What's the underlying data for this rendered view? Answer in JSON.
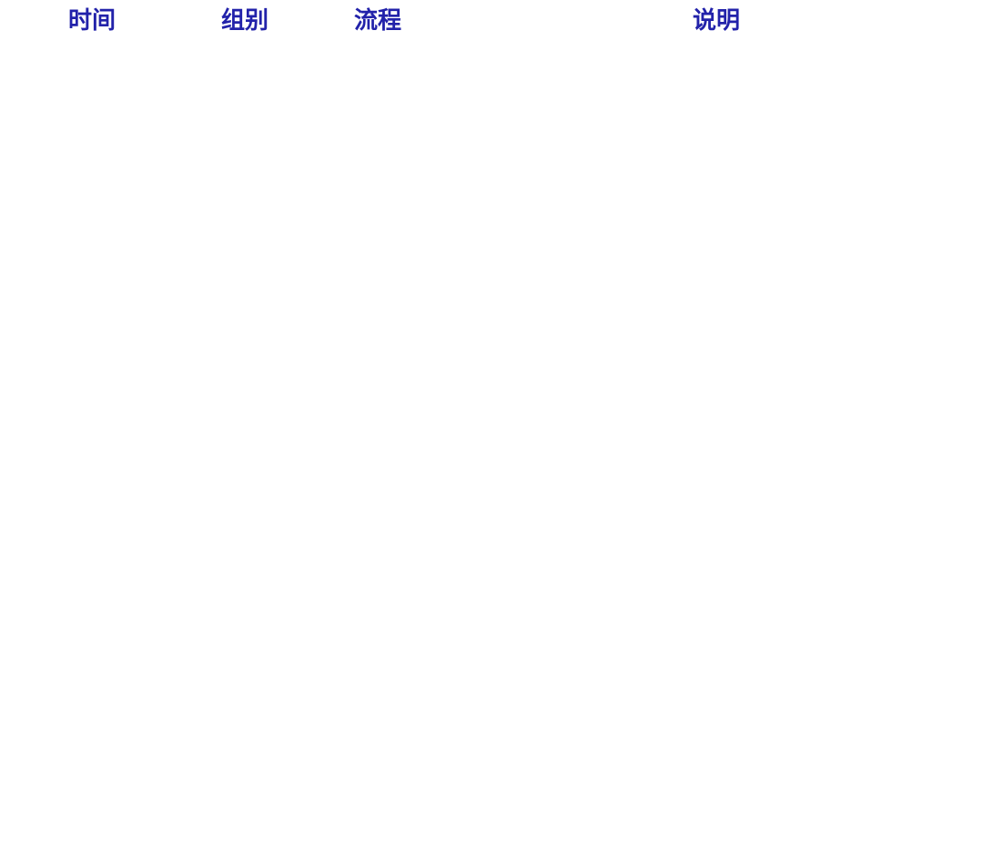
{
  "theme": {
    "header_color": "#2222aa",
    "background": "#ffffff"
  },
  "table": {
    "columns": [
      {
        "label": "时间"
      },
      {
        "label": "组别"
      },
      {
        "label": "流程"
      },
      {
        "label": "说明"
      }
    ],
    "rows": []
  }
}
